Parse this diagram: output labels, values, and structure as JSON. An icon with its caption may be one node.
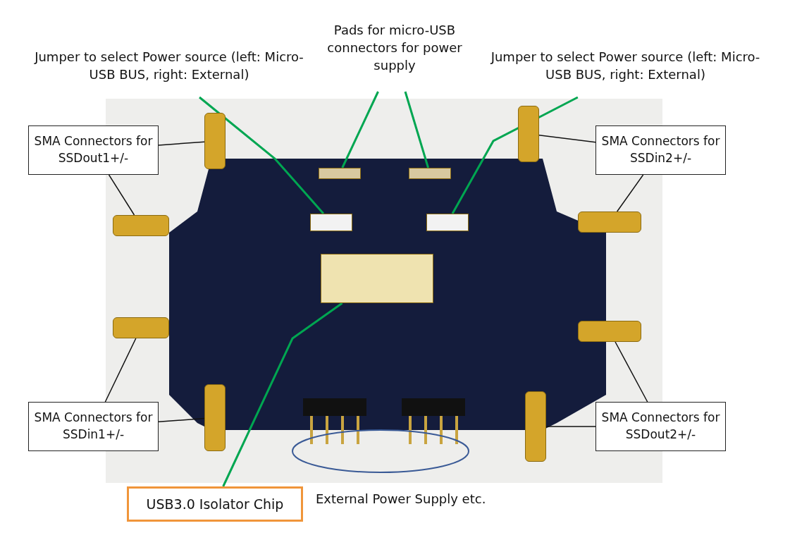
{
  "diagram": {
    "nodes": [
      {
        "text": [
          "Jumper to select Power source (left: Micro-USB BUS, right: External)"
        ]
      },
      {
        "text": [
          "Pads for micro-USB connectors for power supply"
        ]
      },
      {
        "text": [
          "Jumper to select Power source (left: Micro-USB BUS, right: External)"
        ]
      },
      {
        "text": [
          "SMA Connectors for SSDout1+/-"
        ]
      },
      {
        "text": [
          "SMA Connectors for SSDin2+/-"
        ]
      },
      {
        "text": [
          "SMA Connectors for SSDin1+/-"
        ]
      },
      {
        "text": [
          "SMA Connectors for SSDout2+/-"
        ]
      },
      {
        "text": [
          "USB3.0 Isolator Chip"
        ]
      },
      {
        "text": [],
        "shape": "box"
      },
      {
        "text": [],
        "shape": "box"
      },
      {
        "text": [],
        "shape": "box"
      },
      {
        "text": [],
        "shape": "box"
      },
      {
        "text": [],
        "shape": "cylinder"
      },
      {
        "text": [],
        "shape": "cylinder"
      },
      {
        "text": [],
        "shape": "cylinder"
      },
      {
        "text": [],
        "shape": "cylinder"
      },
      {
        "text": [],
        "shape": "cylinder"
      },
      {
        "text": [],
        "shape": "cylinder"
      },
      {
        "text": [],
        "shape": "cylinder"
      },
      {
        "text": [],
        "shape": "cylinder"
      },
      {
        "text": [],
        "shape": "box"
      }
    ],
    "edges": [
      {
        "from": 0,
        "to": 8,
        "arrow": "none",
        "color": "#00a651"
      },
      {
        "from": 1,
        "to": 9,
        "arrow": "none",
        "color": "#00a651"
      },
      {
        "from": 1,
        "to": 10,
        "arrow": "none",
        "color": "#00a651"
      },
      {
        "from": 2,
        "to": 11,
        "arrow": "none",
        "color": "#00a651"
      },
      {
        "from": 3,
        "to": 12,
        "arrow": "none"
      },
      {
        "from": 3,
        "to": 13,
        "arrow": "none"
      },
      {
        "from": 4,
        "to": 14,
        "arrow": "none"
      },
      {
        "from": 4,
        "to": 15,
        "arrow": "none"
      },
      {
        "from": 5,
        "to": 16,
        "arrow": "none"
      },
      {
        "from": 5,
        "to": 17,
        "arrow": "none"
      },
      {
        "from": 6,
        "to": 18,
        "arrow": "none"
      },
      {
        "from": 6,
        "to": 19,
        "arrow": "none"
      },
      {
        "from": 7,
        "to": 20,
        "arrow": "none",
        "color": "#00a651"
      }
    ],
    "labels": [
      "External Power Supply etc."
    ]
  }
}
